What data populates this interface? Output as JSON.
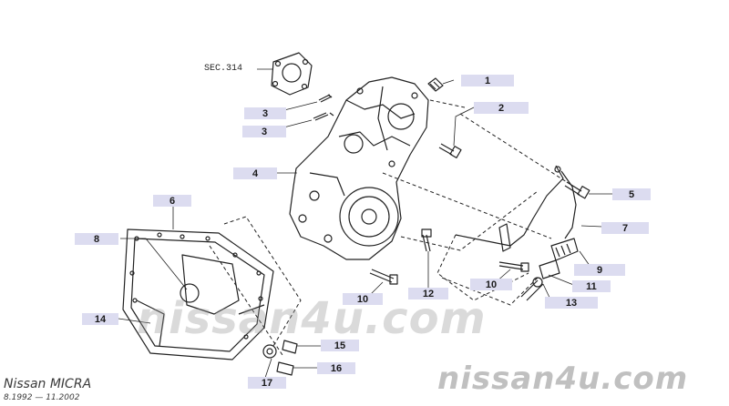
{
  "section_ref": "SEC.314",
  "callouts": [
    "1",
    "2",
    "3",
    "3",
    "4",
    "5",
    "6",
    "7",
    "8",
    "9",
    "10",
    "10",
    "11",
    "12",
    "13",
    "14",
    "15",
    "16",
    "17"
  ],
  "brand": {
    "model": "Nissan MICRA",
    "years": "8.1992 — 11.2002"
  },
  "watermark": {
    "site": "nissan4u.com",
    "site_center": "nissan4u.com"
  }
}
